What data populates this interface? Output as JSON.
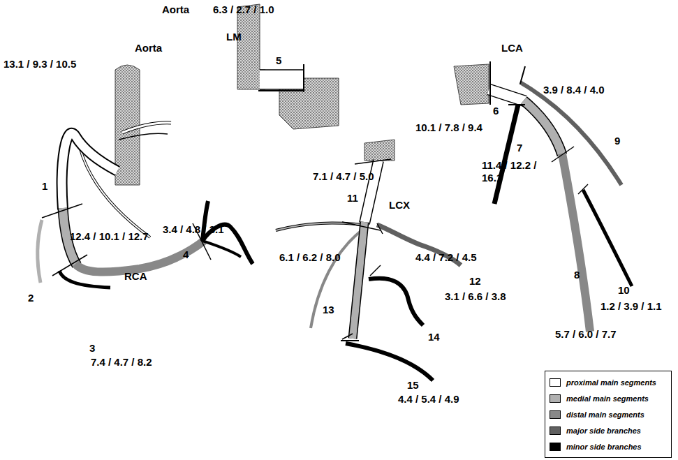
{
  "diagram": {
    "labels": [
      "Aorta",
      "6.3 / 2.7 / 1.0",
      "LM",
      "5",
      "Aorta",
      "13.1 / 9.3 / 10.5",
      "1",
      "12.4 / 10.1 / 12.7",
      "2",
      "RCA",
      "3.4 / 4.8 / 3.1",
      "4",
      "3",
      "7.4 / 4.7 / 8.2",
      "LCA",
      "3.9 / 8.4 / 4.0",
      "6",
      "10.1 / 7.8 / 9.4",
      "7",
      "11.4 / 12.2 / 16.1",
      "9",
      "8",
      "10",
      "1.2 / 3.9 / 1.1",
      "5.7 / 6.0 / 7.7",
      "7.1 / 4.7 / 5.0",
      "11",
      "LCX",
      "6.1 / 6.2 / 8.0",
      "4.4 / 7.2 / 4.5",
      "12",
      "3.1 / 6.6 / 3.8",
      "13",
      "14",
      "15",
      "4.4 / 5.4 / 4.9"
    ],
    "legend": [
      {
        "text": "proximal main segments",
        "color": "#ffffff"
      },
      {
        "text": "medial main segments",
        "color": "#b0b0b0"
      },
      {
        "text": "distal main segments",
        "color": "#888888"
      },
      {
        "text": "major side branches",
        "color": "#606060"
      },
      {
        "text": "minor side branches",
        "color": "#000000"
      }
    ]
  }
}
